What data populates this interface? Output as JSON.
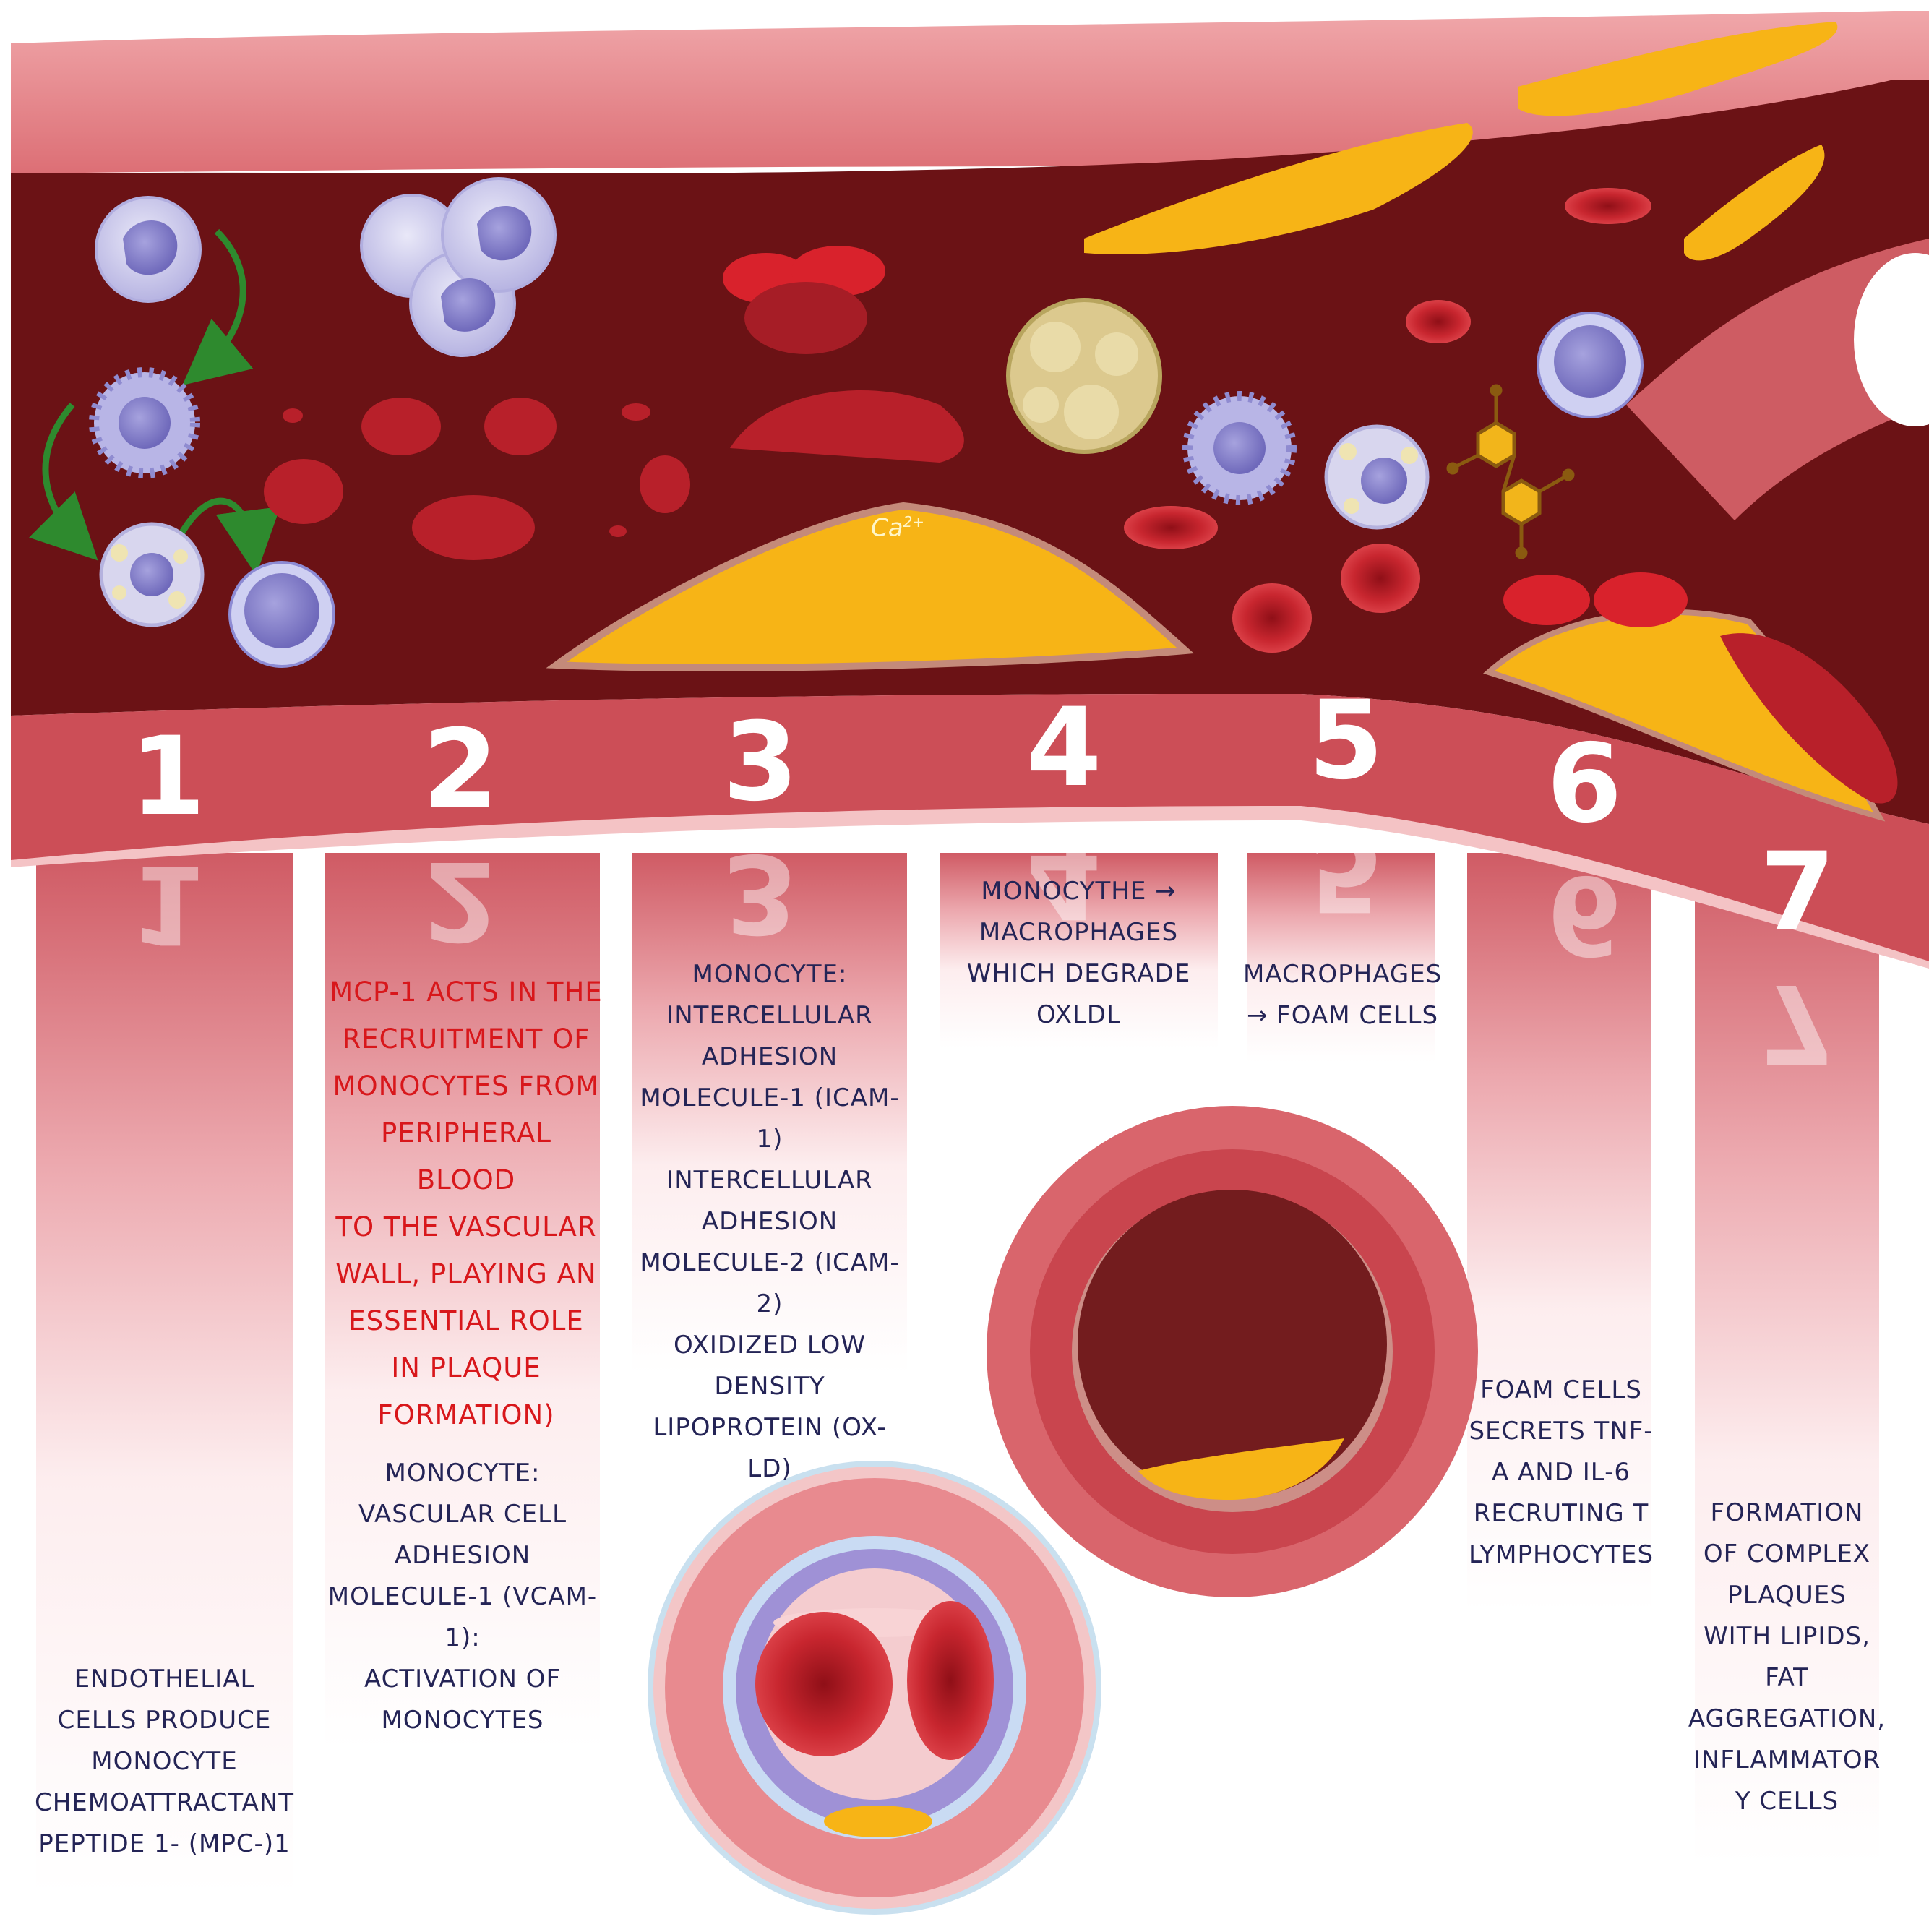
{
  "steps": [
    {
      "number": "1",
      "lines": [
        "ENDOTHELIAL",
        "CELLS PRODUCE",
        "MONOCYTE",
        "CHEMOATTRACTANT",
        "PEPTIDE 1- (MPC-)1"
      ]
    },
    {
      "number": "2",
      "red_lines": [
        "MCP-1 ACTS IN THE",
        "RECRUITMENT OF",
        "MONOCYTES FROM",
        "PERIPHERAL BLOOD",
        "TO THE VASCULAR",
        "WALL, PLAYING AN",
        "ESSENTIAL ROLE",
        "IN PLAQUE",
        "FORMATION)"
      ],
      "lines": [
        "MONOCYTE:",
        "VASCULAR CELL",
        "ADHESION",
        "MOLECULE-1 (VCAM-1):",
        "ACTIVATION OF",
        "MONOCYTES"
      ]
    },
    {
      "number": "3",
      "lines": [
        "MONOCYTE:",
        "INTERCELLULAR",
        "ADHESION",
        "MOLECULE-1 (ICAM-1)",
        "INTERCELLULAR",
        "ADHESION",
        "MOLECULE-2 (ICAM-2)",
        "OXIDIZED LOW",
        "DENSITY",
        "LIPOPROTEIN (ox- LD)"
      ]
    },
    {
      "number": "4",
      "lines": [
        "MONOCYTHE →",
        "MACROPHAGES",
        "WHICH DEGRADE",
        "OXLDL"
      ]
    },
    {
      "number": "5",
      "lines": [
        "MACROPHAGES",
        "→ FOAM CELLS"
      ]
    },
    {
      "number": "6",
      "lines": [
        "FOAM CELLS",
        "SECRETS TNF-",
        "A AND IL-6",
        "RECRUTING T",
        "LYMPHOCYTES"
      ]
    },
    {
      "number": "7",
      "lines": [
        "FORMATION",
        "OF COMPLEX",
        "PLAQUES",
        "WITH LIPIDS,",
        "FAT",
        "AGGREGATION,",
        "INFLAMMATOR",
        "Y CELLS"
      ]
    }
  ],
  "ion_label": "Ca",
  "ion_charge": "2+",
  "colors": {
    "artery_wall": "#d9656c",
    "lumen": "#6b1215",
    "plaque_fat": "#f7b416",
    "text": "#242456",
    "highlight_text": "#d8171b",
    "monocyte": "#c8c6ec",
    "red_blood_cell": "#c8262f",
    "arrow": "#2e8a2e"
  },
  "icons": {
    "monocyte": "monocyte-cell-icon",
    "macrophage": "macrophage-cell-icon",
    "foam_cell": "foam-cell-icon",
    "lymphocyte": "lymphocyte-cell-icon",
    "platelet_cluster": "platelet-cluster-icon",
    "red_blood_cell": "red-blood-cell-icon",
    "molecule": "oxldl-molecule-icon",
    "arrow": "recruitment-arrow-icon"
  }
}
